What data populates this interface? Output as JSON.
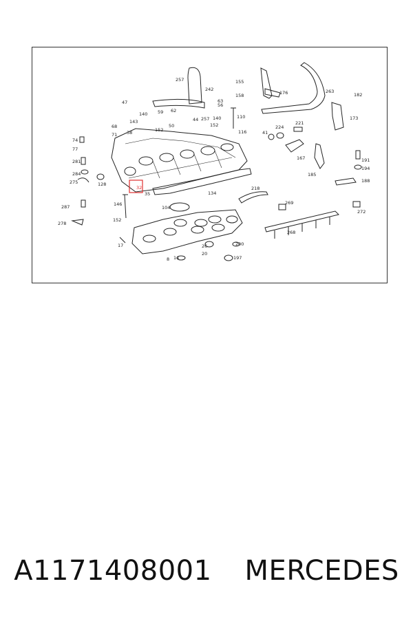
{
  "caption": {
    "part_number": "A1171408001",
    "brand": "MERCEDES"
  },
  "highlight_color": "#e03030",
  "callouts": {
    "c8": "8",
    "c14": "14",
    "c17": "17",
    "c20": "20",
    "c26": "26",
    "c32": "32",
    "c35": "35",
    "c38": "38",
    "c44": "44",
    "c47": "47",
    "c50": "50",
    "c56": "56",
    "c59": "59",
    "c62": "62",
    "c63": "63",
    "c68": "68",
    "c71": "71",
    "c74": "74",
    "c77": "77",
    "c104": "104",
    "c110": "110",
    "c116": "116",
    "c128": "128",
    "c134": "134",
    "c140a": "140",
    "c140b": "140",
    "c143": "143",
    "c146": "146",
    "c152a": "152",
    "c152b": "152",
    "c152c": "152",
    "c155": "155",
    "c158": "158",
    "c167": "167",
    "c173": "173",
    "c176": "176",
    "c182": "182",
    "c185": "185",
    "c188": "188",
    "c191": "191",
    "c194": "194",
    "c197": "197",
    "c200": "200",
    "c218": "218",
    "c221": "221",
    "c224": "224",
    "c242": "242",
    "c257a": "257",
    "c257b": "257",
    "c263": "263",
    "c268": "268",
    "c269": "269",
    "c272": "272",
    "c275": "275",
    "c278": "278",
    "c281": "281",
    "c284": "284",
    "c287": "287",
    "c41": "41"
  }
}
